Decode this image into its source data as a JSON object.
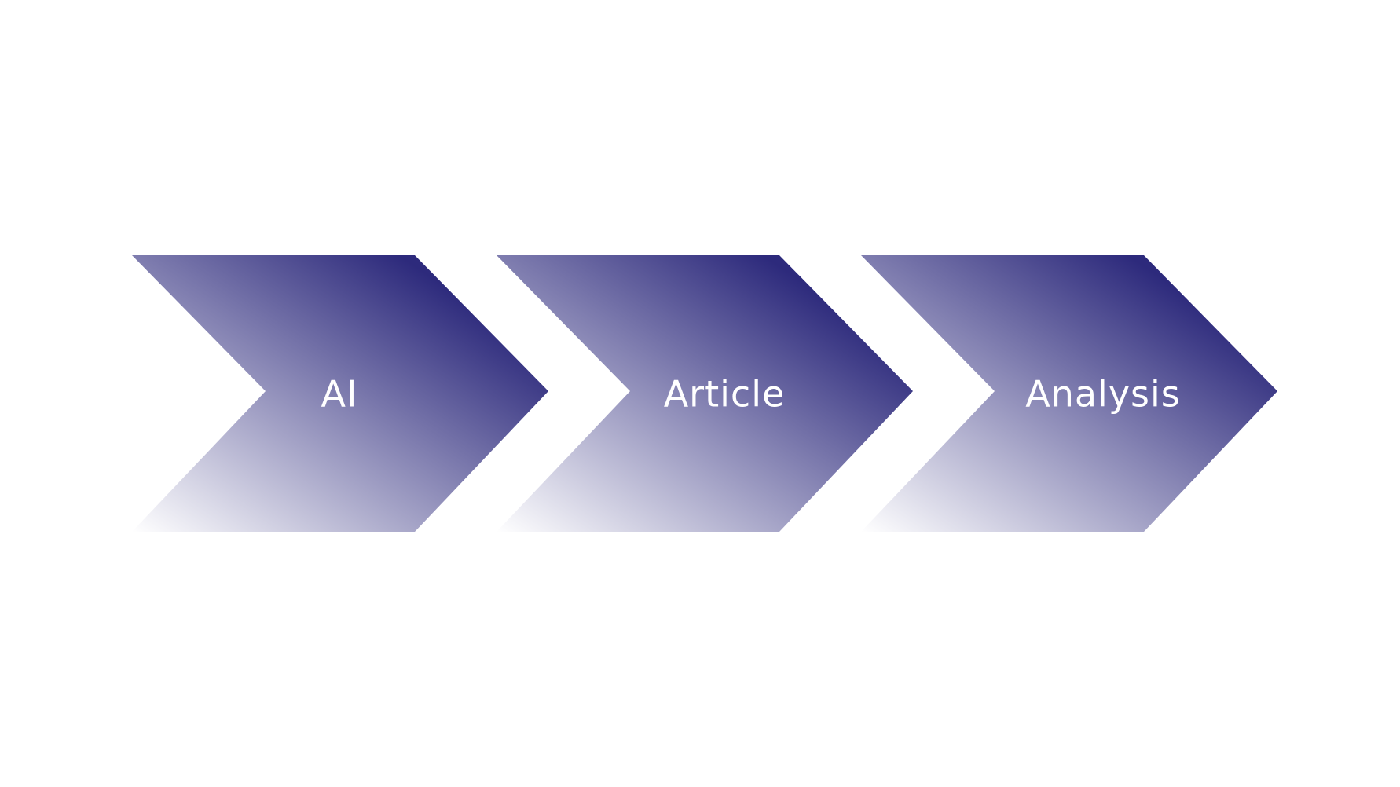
{
  "diagram": {
    "steps": [
      {
        "label": "AI"
      },
      {
        "label": "Article"
      },
      {
        "label": "Analysis"
      }
    ]
  },
  "colors": {
    "gradient_dark": "#2d2a7c",
    "gradient_light": "#ffffff",
    "label": "#ffffff",
    "background": "#ffffff"
  }
}
